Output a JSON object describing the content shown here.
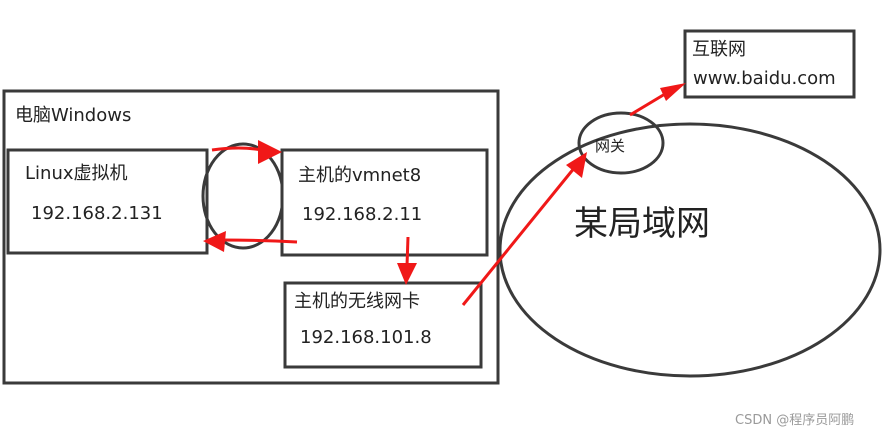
{
  "windows_box": {
    "title": "电脑Windows"
  },
  "linux_box": {
    "title": "Linux虚拟机",
    "ip": "192.168.2.131"
  },
  "vmnet8_box": {
    "title": "主机的vmnet8",
    "ip": "192.168.2.11"
  },
  "wifi_box": {
    "title": "主机的无线网卡",
    "ip": "192.168.101.8"
  },
  "lan": {
    "title": "某局域网",
    "gateway": "网关"
  },
  "internet_box": {
    "title": "互联网",
    "url": "www.baidu.com"
  },
  "watermark": "CSDN @程序员阿鹏",
  "colors": {
    "arrow": "#f01818",
    "outline": "#3a3a3a"
  }
}
